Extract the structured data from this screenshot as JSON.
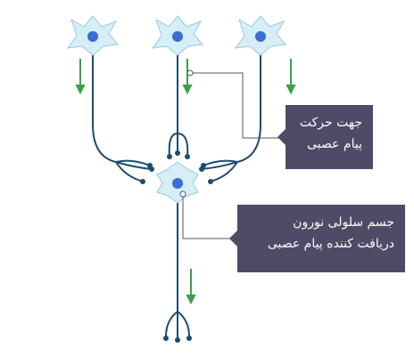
{
  "labels": {
    "direction": {
      "line1": "جهت حرکت",
      "line2": "پیام عصبی"
    },
    "receiver": {
      "line1": "جسم سلولی نورون",
      "line2": "دریافت کننده پیام عصبی"
    }
  },
  "colors": {
    "axon": "#1d4c6b",
    "neuron_fill": "#d6eef8",
    "nucleus": "#3a6fd1",
    "arrow": "#3aa14a",
    "callout_bg": "#4f4a66",
    "leader_line": "#555555"
  }
}
